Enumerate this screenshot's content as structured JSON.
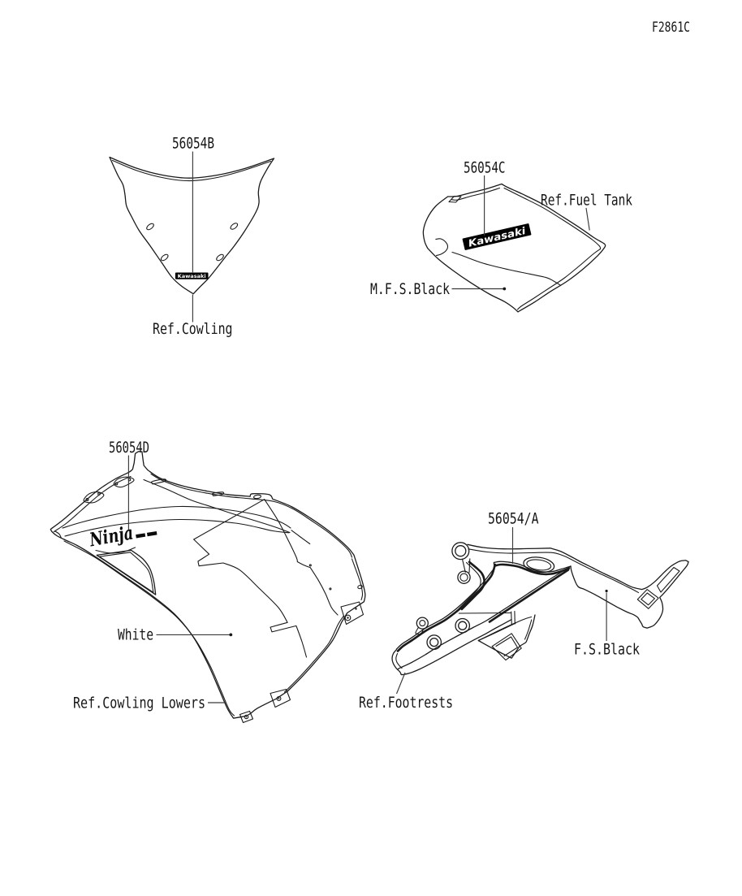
{
  "page": {
    "figure_code": "F2861C",
    "background_color": "#ffffff",
    "line_color": "#1a1a1a",
    "decal_bg_color": "#000000",
    "decal_text_color": "#ffffff"
  },
  "figures": [
    {
      "name": "windscreen",
      "part_no": "56054B",
      "ref_label": "Ref.Cowling",
      "decal_text": "Kawasaki"
    },
    {
      "name": "fuel-tank",
      "part_no": "56054C",
      "ref_label": "Ref.Fuel Tank",
      "finish_label": "M.F.S.Black",
      "decal_text": "Kawasaki"
    },
    {
      "name": "cowling-lowers",
      "part_no": "56054D",
      "ref_label": "Ref.Cowling Lowers",
      "finish_label": "White",
      "decal_text": "Ninja"
    },
    {
      "name": "footrests",
      "part_no": "56054/A",
      "ref_label": "Ref.Footrests",
      "finish_label": "F.S.Black"
    }
  ]
}
